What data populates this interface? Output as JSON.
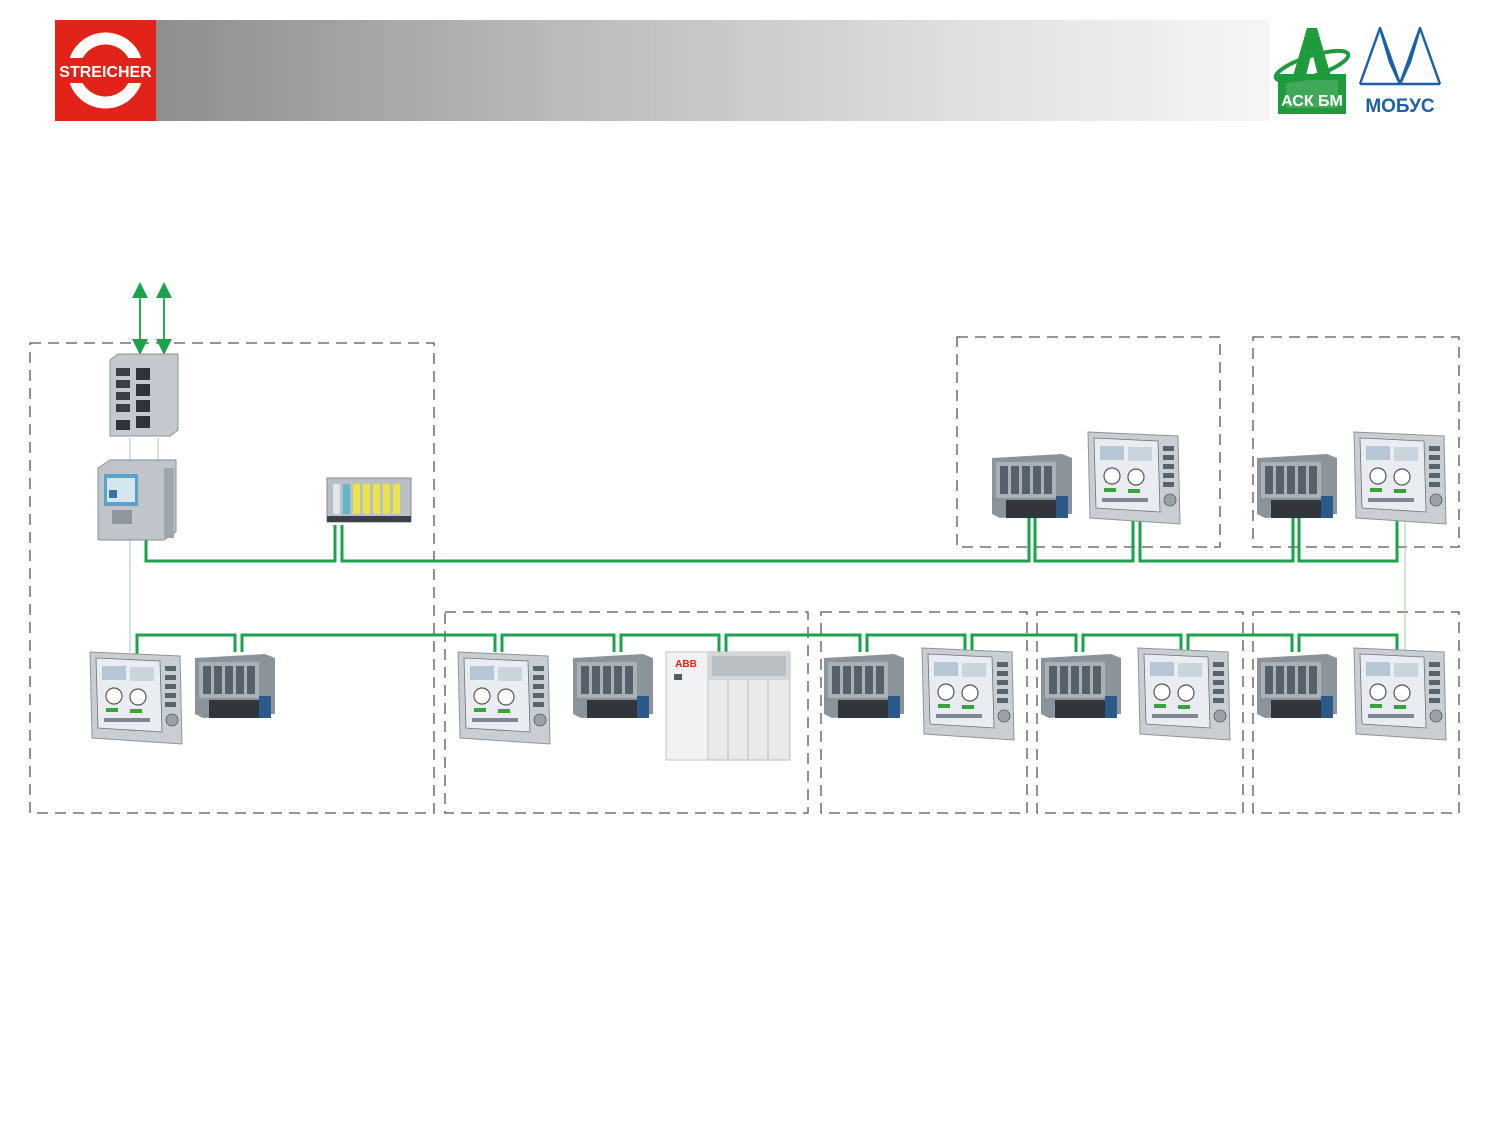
{
  "header": {
    "left_logo": {
      "name": "streicher-logo",
      "text": "STREICHER",
      "color": "#e2231a"
    },
    "right_logos": [
      {
        "name": "ack-bm-logo",
        "text": "АСК БМ",
        "color": "#1f9a3c"
      },
      {
        "name": "mobus-logo",
        "text": "МОБУС",
        "color": "#1d5fa8"
      }
    ]
  },
  "diagram": {
    "network_color": "#19a34a",
    "frame_style": "dashed",
    "device_types": [
      "network-switch",
      "plc-controller",
      "io-module",
      "hmi-panel",
      "drive-cabinet"
    ],
    "drive_cabinet_brand": "ABB",
    "groups": [
      {
        "id": "control-room",
        "devices": [
          "network-switch",
          "plc-controller",
          "io-module",
          "hmi-panel",
          "io-module"
        ]
      },
      {
        "id": "drive-station",
        "devices": [
          "hmi-panel",
          "io-module",
          "drive-cabinet"
        ]
      },
      {
        "id": "station-a",
        "devices": [
          "io-module",
          "hmi-panel"
        ]
      },
      {
        "id": "station-b",
        "devices": [
          "io-module",
          "hmi-panel"
        ]
      },
      {
        "id": "station-c",
        "devices": [
          "io-module",
          "hmi-panel"
        ]
      },
      {
        "id": "station-d-upper",
        "devices": [
          "io-module",
          "hmi-panel"
        ]
      },
      {
        "id": "station-e-upper",
        "devices": [
          "io-module",
          "hmi-panel"
        ]
      }
    ]
  }
}
